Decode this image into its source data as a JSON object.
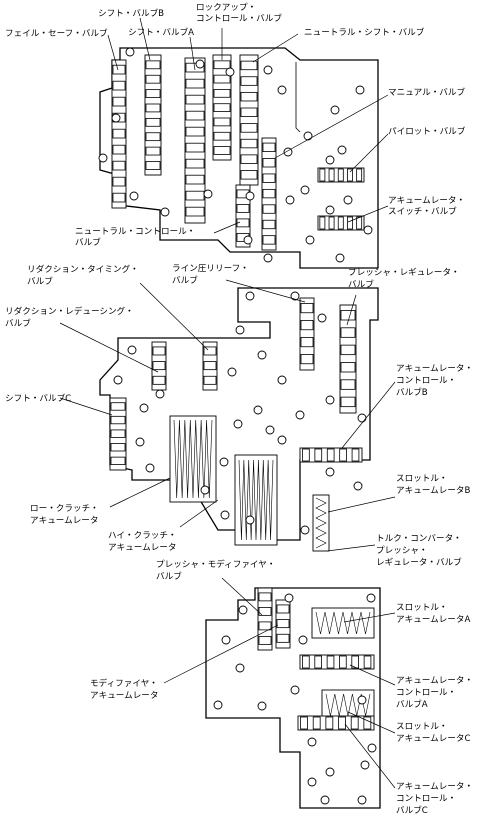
{
  "labels": {
    "shift_valve_b": "シフト・バルブB",
    "lockup_control_valve_1": "ロックアップ・",
    "lockup_control_valve_2": "コントロール・バルブ",
    "fail_safe_valve": "フェイル・セーフ・バルブ",
    "shift_valve_a": "シフト・バルブA",
    "neutral_shift_valve": "ニュートラル・シフト・バルブ",
    "manual_valve": "マニュアル・バルブ",
    "pilot_valve": "パイロット・バルブ",
    "accumulator_switch_valve_1": "アキュームレータ・",
    "accumulator_switch_valve_2": "スイッチ・バルブ",
    "neutral_control_valve_1": "ニュートラル・コントロール・",
    "neutral_control_valve_2": "バルブ",
    "reduction_timing_valve_1": "リダクション・タイミング・",
    "reduction_timing_valve_2": "バルブ",
    "line_relief_valve_1": "ライン圧リリーフ・",
    "line_relief_valve_2": "バルブ",
    "pressure_regulator_valve_1": "プレッシャ・レギュレータ・",
    "pressure_regulator_valve_2": "バルブ",
    "reduction_reducing_valve_1": "リダクション・レデューシング・",
    "reduction_reducing_valve_2": "バルブ",
    "accumulator_control_valve_b_1": "アキュームレータ・",
    "accumulator_control_valve_b_2": "コントロール・",
    "accumulator_control_valve_b_3": "バルブB",
    "shift_valve_c": "シフト・バルブC",
    "throttle_accumulator_b_1": "スロットル・",
    "throttle_accumulator_b_2": "アキュームレータB",
    "low_clutch_accumulator_1": "ロー・クラッチ・",
    "low_clutch_accumulator_2": "アキュームレータ",
    "high_clutch_accumulator_1": "ハイ・クラッチ・",
    "high_clutch_accumulator_2": "アキュームレータ",
    "tc_pressure_regulator_valve_1": "トルク・コンバータ・",
    "tc_pressure_regulator_valve_2": "プレッシャ・",
    "tc_pressure_regulator_valve_3": "レギュレータ・バルブ",
    "pressure_modifier_valve_1": "プレッシャ・モディファイヤ・",
    "pressure_modifier_valve_2": "バルブ",
    "throttle_accumulator_a_1": "スロットル・",
    "throttle_accumulator_a_2": "アキュームレータA",
    "modifier_accumulator_1": "モディファイヤ・",
    "modifier_accumulator_2": "アキュームレータ",
    "accumulator_control_valve_a_1": "アキュームレータ・",
    "accumulator_control_valve_a_2": "コントロール・",
    "accumulator_control_valve_a_3": "バルブA",
    "throttle_accumulator_c_1": "スロットル・",
    "throttle_accumulator_c_2": "アキュームレータC",
    "accumulator_control_valve_c_1": "アキュームレータ・",
    "accumulator_control_valve_c_2": "コントロール・",
    "accumulator_control_valve_c_3": "バルブC"
  }
}
